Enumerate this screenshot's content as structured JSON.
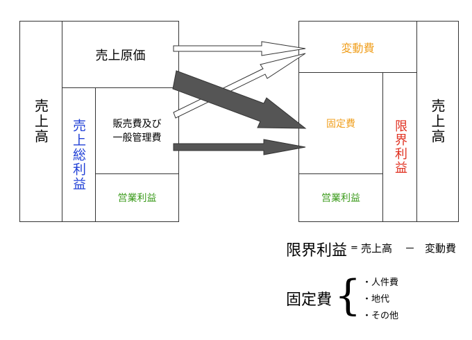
{
  "left_statement": {
    "sales": "売上高",
    "cost_of_sales": "売上原価",
    "gross_profit": "売上総利益",
    "sga": "販売費及び\n一般管理費",
    "operating_profit": "営業利益"
  },
  "right_statement": {
    "variable_cost": "変動費",
    "fixed_cost": "固定費",
    "operating_profit": "営業利益",
    "contribution_margin": "限界利益",
    "sales": "売上高"
  },
  "formula": {
    "lhs": "限界利益",
    "equals": "=",
    "sales": "売上高",
    "minus": "－",
    "variable_cost": "変動費"
  },
  "fixed_cost_breakdown": {
    "label": "固定費",
    "brace": "{",
    "items": [
      "・人件費",
      "・地代",
      "・その他"
    ]
  },
  "colors": {
    "blue": "#1f3fd6",
    "orange": "#f0a020",
    "red": "#e03020",
    "green": "#3a9a1a",
    "dark_arrow": "#555555"
  }
}
